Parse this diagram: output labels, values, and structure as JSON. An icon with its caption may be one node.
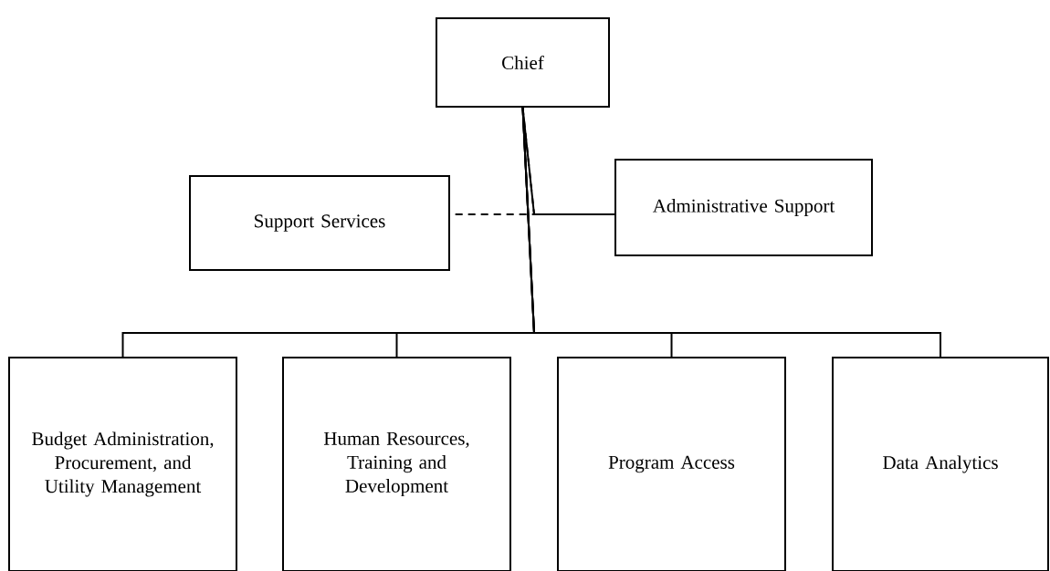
{
  "diagram": {
    "nodes": [
      {
        "text": [
          "Chief"
        ]
      },
      {
        "text": [
          "Support Services"
        ]
      },
      {
        "text": [
          "Administrative Support"
        ]
      },
      {
        "text": [
          "Budget Administration, Procurement, and Utility Management"
        ]
      },
      {
        "text": [
          "Human Resources, Training and Development"
        ]
      },
      {
        "text": [
          "Program Access"
        ]
      },
      {
        "text": [
          "Data Analytics"
        ]
      }
    ],
    "edges": [
      {
        "from": 0,
        "to": 1,
        "arrow": "none",
        "style": "dashed"
      },
      {
        "from": 0,
        "to": 2,
        "arrow": "none"
      },
      {
        "from": 0,
        "to": 3,
        "arrow": "none"
      },
      {
        "from": 0,
        "to": 4,
        "arrow": "none"
      },
      {
        "from": 0,
        "to": 5,
        "arrow": "none"
      },
      {
        "from": 0,
        "to": 6,
        "arrow": "none"
      }
    ]
  }
}
